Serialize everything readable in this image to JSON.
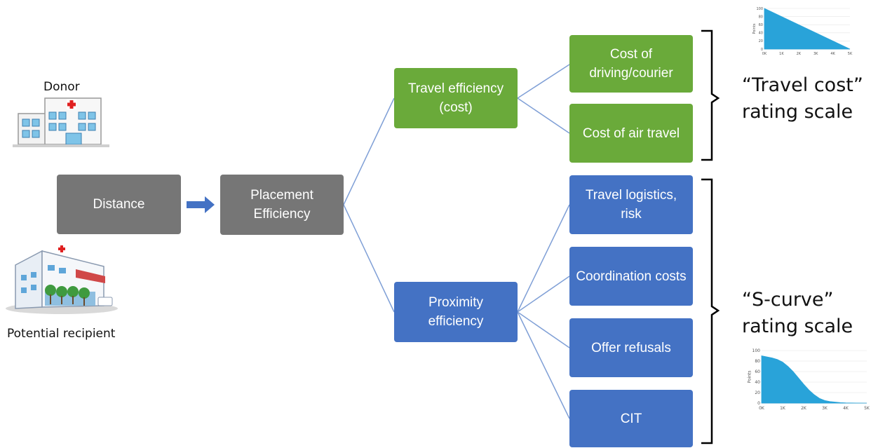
{
  "entities": {
    "donor": "Donor",
    "recipient": "Potential recipient"
  },
  "nodes": {
    "distance": "Distance",
    "placement": "Placement Efficiency",
    "travel_efficiency": "Travel efficiency (cost)",
    "proximity_efficiency": "Proximity efficiency",
    "cost_driving": "Cost of driving/courier",
    "cost_air": "Cost of air travel",
    "travel_logistics": "Travel logistics, risk",
    "coordination_costs": "Coordination costs",
    "offer_refusals": "Offer refusals",
    "cit": "CIT"
  },
  "scales": {
    "travel_cost_line1": "“Travel cost”",
    "travel_cost_line2": "rating scale",
    "s_curve_line1": "“S-curve”",
    "s_curve_line2": "rating scale"
  },
  "colors": {
    "gray": "#767676",
    "green": "#6aaa3a",
    "blue": "#4472c4",
    "connector": "#7f9fd6",
    "chart_fill": "#29a3d9"
  },
  "chart_data": [
    {
      "type": "area",
      "ylabel": "Points",
      "x_ticks": [
        "0K",
        "1K",
        "2K",
        "3K",
        "4K",
        "5K"
      ],
      "y_ticks": [
        "0",
        "20",
        "40",
        "60",
        "80",
        "100"
      ],
      "x": [
        0,
        5000
      ],
      "y": [
        100,
        0
      ],
      "xlim": [
        0,
        5000
      ],
      "ylim": [
        0,
        100
      ]
    },
    {
      "type": "area",
      "ylabel": "Points",
      "x_ticks": [
        "0K",
        "1K",
        "2K",
        "3K",
        "4K",
        "5K"
      ],
      "y_ticks": [
        "0",
        "20",
        "40",
        "60",
        "80",
        "100"
      ],
      "x": [
        0,
        250,
        500,
        750,
        1000,
        1250,
        1500,
        1750,
        2000,
        2250,
        2500,
        2750,
        3000,
        3250,
        3500,
        3750,
        4000,
        4500,
        5000
      ],
      "y": [
        90,
        88,
        86,
        83,
        78,
        70,
        60,
        48,
        36,
        25,
        16,
        9,
        5,
        3,
        2,
        1,
        0.5,
        0.2,
        0
      ],
      "xlim": [
        0,
        5000
      ],
      "ylim": [
        0,
        100
      ]
    }
  ]
}
